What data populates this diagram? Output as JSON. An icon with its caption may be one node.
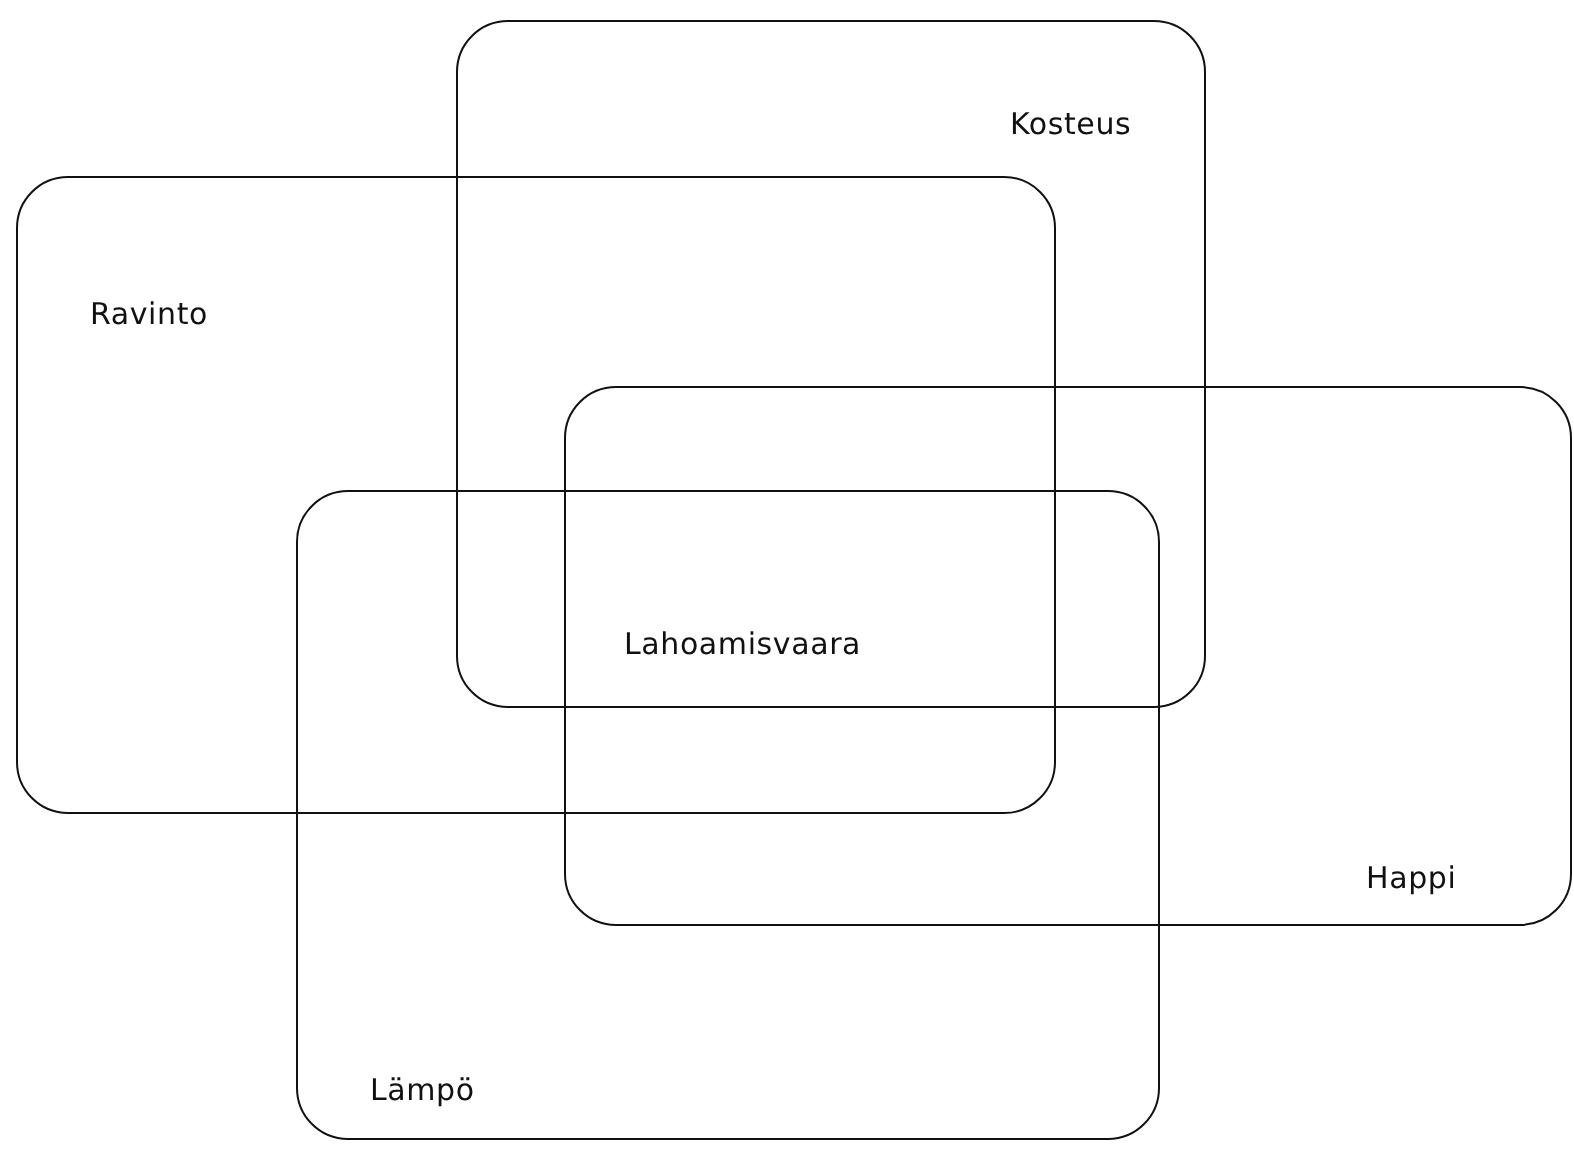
{
  "diagram": {
    "nodes": [
      {
        "text": [
          "Kosteus"
        ]
      },
      {
        "text": [
          "Ravinto"
        ]
      },
      {
        "text": [
          "Happi"
        ]
      },
      {
        "text": [
          "Lämpö"
        ]
      }
    ],
    "labels": [
      "Lahoamisvaara"
    ]
  }
}
